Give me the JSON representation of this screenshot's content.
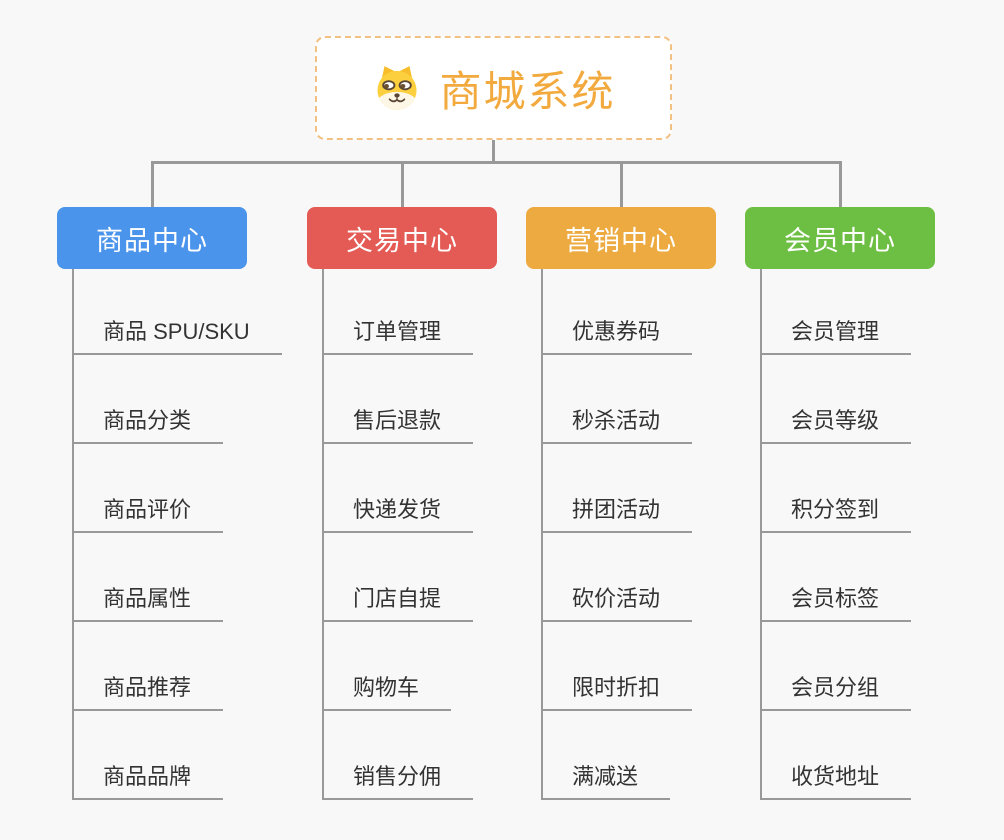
{
  "root": {
    "title": "商城系统",
    "icon": "shiba-dog-icon",
    "text_color": "#f2a93d",
    "border_color": "#f3c083"
  },
  "branches": [
    {
      "label": "商品中心",
      "color": "#4b94eb",
      "children": [
        "商品 SPU/SKU",
        "商品分类",
        "商品评价",
        "商品属性",
        "商品推荐",
        "商品品牌"
      ]
    },
    {
      "label": "交易中心",
      "color": "#e45a54",
      "children": [
        "订单管理",
        "售后退款",
        "快递发货",
        "门店自提",
        "购物车",
        "销售分佣"
      ]
    },
    {
      "label": "营销中心",
      "color": "#ecaa41",
      "children": [
        "优惠券码",
        "秒杀活动",
        "拼团活动",
        "砍价活动",
        "限时折扣",
        "满减送"
      ]
    },
    {
      "label": "会员中心",
      "color": "#6dbf43",
      "children": [
        "会员管理",
        "会员等级",
        "积分签到",
        "会员标签",
        "会员分组",
        "收货地址"
      ]
    }
  ],
  "palette": {
    "connector": "#999999",
    "leaf_text": "#333333",
    "background": "#f8f8f8"
  }
}
